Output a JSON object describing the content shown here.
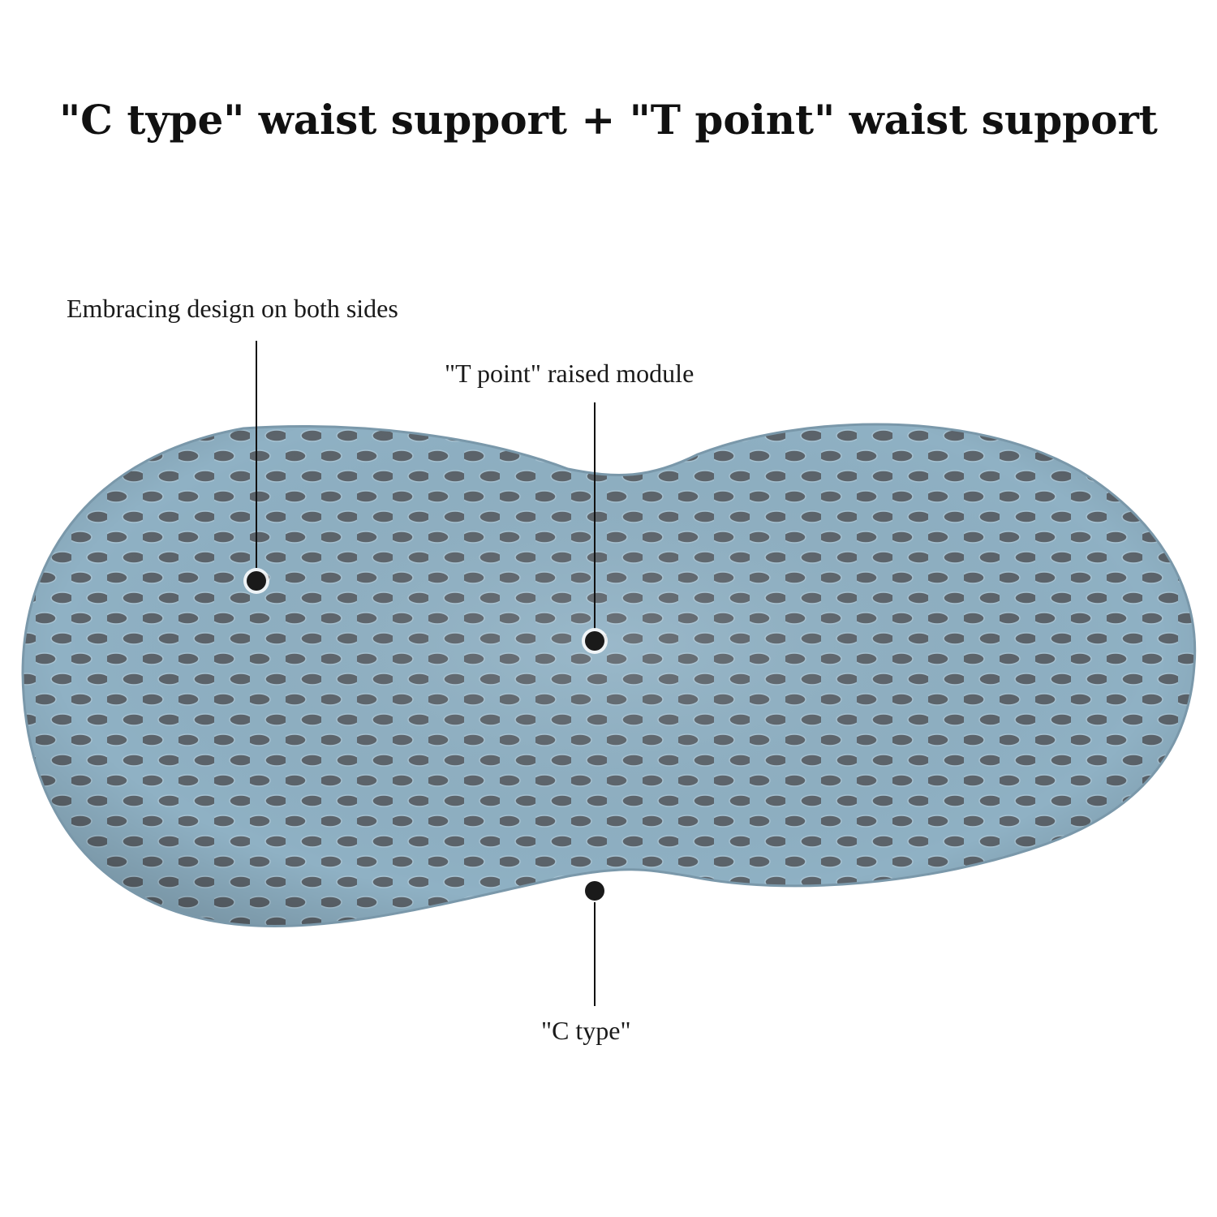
{
  "title": "\"C type\" waist support + \"T point\" waist support",
  "callouts": {
    "embracing": "Embracing design on both sides",
    "t_point": "\"T point\" raised module",
    "c_type": "\"C type\""
  },
  "colors": {
    "mesh": "#8fb1c4",
    "mesh_dark": "#6f8fa1",
    "hole": "#5a6168",
    "line": "#111111",
    "dot": "#1a1a1a"
  }
}
